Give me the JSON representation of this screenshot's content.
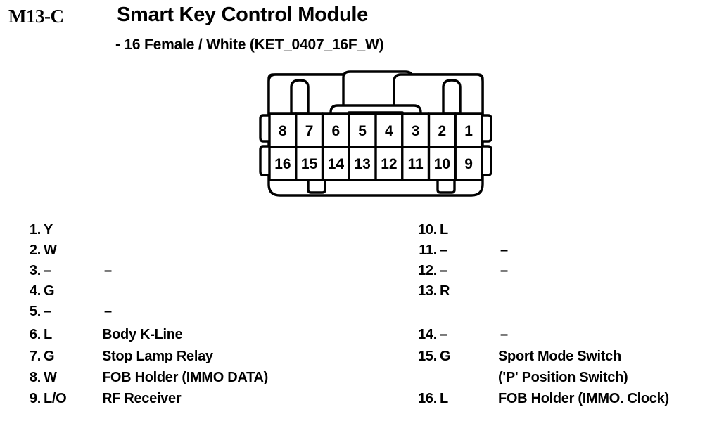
{
  "header": {
    "connector_code": "M13-C",
    "module_title": "Smart Key Control Module",
    "module_subtitle": "- 16 Female / White (KET_0407_16F_W)"
  },
  "connector": {
    "pin_count": 16,
    "gender": "Female",
    "color": "White",
    "part_code": "KET_0407_16F_W",
    "outline_color": "#000000",
    "fill_color": "#ffffff",
    "top_row_labels": [
      "8",
      "7",
      "6",
      "5",
      "4",
      "3",
      "2",
      "1"
    ],
    "bottom_row_labels": [
      "16",
      "15",
      "14",
      "13",
      "12",
      "11",
      "10",
      "9"
    ]
  },
  "pinout": {
    "left_column": [
      {
        "number": "1.",
        "wire": "Y",
        "description": ""
      },
      {
        "number": "2.",
        "wire": "W",
        "description": ""
      },
      {
        "number": "3.",
        "wire": "–",
        "description": "–"
      },
      {
        "number": "4.",
        "wire": "G",
        "description": ""
      },
      {
        "number": "5.",
        "wire": "–",
        "description": "–"
      },
      {
        "number": "6.",
        "wire": "L",
        "description": "Body K-Line"
      },
      {
        "number": "7.",
        "wire": "G",
        "description": "Stop Lamp Relay"
      },
      {
        "number": "8.",
        "wire": "W",
        "description": "FOB Holder (IMMO DATA)"
      },
      {
        "number": "9.",
        "wire": "L/O",
        "description": "RF Receiver"
      }
    ],
    "right_column": [
      {
        "number": "10.",
        "wire": "L",
        "description": ""
      },
      {
        "number": "11.",
        "wire": "–",
        "description": "–"
      },
      {
        "number": "12.",
        "wire": "–",
        "description": "–"
      },
      {
        "number": "13.",
        "wire": "R",
        "description": ""
      },
      {
        "number": "14.",
        "wire": "–",
        "description": "–"
      },
      {
        "number": "15.",
        "wire": "G",
        "description": "Sport Mode Switch",
        "description_line2": "('P' Position Switch)"
      },
      {
        "number": "16.",
        "wire": "L",
        "description": "FOB Holder (IMMO. Clock)"
      }
    ]
  }
}
